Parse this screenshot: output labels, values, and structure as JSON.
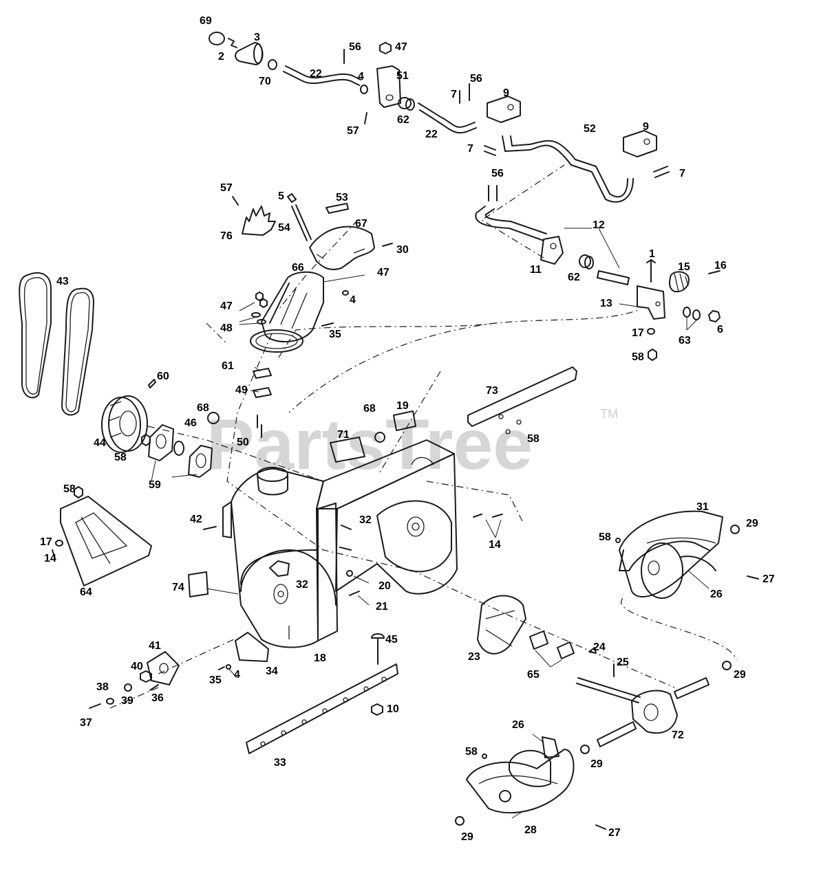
{
  "watermark": {
    "text": "PartsTree",
    "mark": "TM"
  },
  "callouts": [
    {
      "id": "c69",
      "label": "69"
    },
    {
      "id": "c2",
      "label": "2"
    },
    {
      "id": "c3",
      "label": "3"
    },
    {
      "id": "c70",
      "label": "70"
    },
    {
      "id": "c22a",
      "label": "22"
    },
    {
      "id": "c56a",
      "label": "56"
    },
    {
      "id": "c47a",
      "label": "47"
    },
    {
      "id": "c4a",
      "label": "4"
    },
    {
      "id": "c51",
      "label": "51"
    },
    {
      "id": "c57a",
      "label": "57"
    },
    {
      "id": "c62a",
      "label": "62"
    },
    {
      "id": "c22b",
      "label": "22"
    },
    {
      "id": "c7a",
      "label": "7"
    },
    {
      "id": "c56b",
      "label": "56"
    },
    {
      "id": "c9a",
      "label": "9"
    },
    {
      "id": "c52",
      "label": "52"
    },
    {
      "id": "c9b",
      "label": "9"
    },
    {
      "id": "c7b",
      "label": "7"
    },
    {
      "id": "c7c",
      "label": "7"
    },
    {
      "id": "c56c",
      "label": "56"
    },
    {
      "id": "c57b",
      "label": "57"
    },
    {
      "id": "c5",
      "label": "5"
    },
    {
      "id": "c53",
      "label": "53"
    },
    {
      "id": "c54",
      "label": "54"
    },
    {
      "id": "c67",
      "label": "67"
    },
    {
      "id": "c76",
      "label": "76"
    },
    {
      "id": "c30",
      "label": "30"
    },
    {
      "id": "c12",
      "label": "12"
    },
    {
      "id": "c11",
      "label": "11"
    },
    {
      "id": "c62b",
      "label": "62"
    },
    {
      "id": "c1",
      "label": "1"
    },
    {
      "id": "c15",
      "label": "15"
    },
    {
      "id": "c16",
      "label": "16"
    },
    {
      "id": "c43",
      "label": "43"
    },
    {
      "id": "c66",
      "label": "66"
    },
    {
      "id": "c47b",
      "label": "47"
    },
    {
      "id": "c47c",
      "label": "47"
    },
    {
      "id": "c4b",
      "label": "4"
    },
    {
      "id": "c48",
      "label": "48"
    },
    {
      "id": "c35a",
      "label": "35"
    },
    {
      "id": "c13",
      "label": "13"
    },
    {
      "id": "c63",
      "label": "63"
    },
    {
      "id": "c6",
      "label": "6"
    },
    {
      "id": "c17a",
      "label": "17"
    },
    {
      "id": "c58a",
      "label": "58"
    },
    {
      "id": "c61",
      "label": "61"
    },
    {
      "id": "c60",
      "label": "60"
    },
    {
      "id": "c73",
      "label": "73"
    },
    {
      "id": "c49",
      "label": "49"
    },
    {
      "id": "c68a",
      "label": "68"
    },
    {
      "id": "c68b",
      "label": "68"
    },
    {
      "id": "c19",
      "label": "19"
    },
    {
      "id": "c46",
      "label": "46"
    },
    {
      "id": "c50",
      "label": "50"
    },
    {
      "id": "c71",
      "label": "71"
    },
    {
      "id": "c58b",
      "label": "58"
    },
    {
      "id": "c44",
      "label": "44"
    },
    {
      "id": "c58c",
      "label": "58"
    },
    {
      "id": "c59",
      "label": "59"
    },
    {
      "id": "c58d",
      "label": "58"
    },
    {
      "id": "c42",
      "label": "42"
    },
    {
      "id": "c31",
      "label": "31"
    },
    {
      "id": "c29a",
      "label": "29"
    },
    {
      "id": "c17b",
      "label": "17"
    },
    {
      "id": "c32a",
      "label": "32"
    },
    {
      "id": "c14a",
      "label": "14"
    },
    {
      "id": "c58e",
      "label": "58"
    },
    {
      "id": "c14b",
      "label": "14"
    },
    {
      "id": "c27a",
      "label": "27"
    },
    {
      "id": "c64",
      "label": "64"
    },
    {
      "id": "c32b",
      "label": "32"
    },
    {
      "id": "c74",
      "label": "74"
    },
    {
      "id": "c20",
      "label": "20"
    },
    {
      "id": "c26a",
      "label": "26"
    },
    {
      "id": "c21",
      "label": "21"
    },
    {
      "id": "c45",
      "label": "45"
    },
    {
      "id": "c41",
      "label": "41"
    },
    {
      "id": "c24",
      "label": "24"
    },
    {
      "id": "c23",
      "label": "23"
    },
    {
      "id": "c18",
      "label": "18"
    },
    {
      "id": "c25",
      "label": "25"
    },
    {
      "id": "c40",
      "label": "40"
    },
    {
      "id": "c35b",
      "label": "35"
    },
    {
      "id": "c4c",
      "label": "4"
    },
    {
      "id": "c34",
      "label": "34"
    },
    {
      "id": "c65",
      "label": "65"
    },
    {
      "id": "c29b",
      "label": "29"
    },
    {
      "id": "c38",
      "label": "38"
    },
    {
      "id": "c39",
      "label": "39"
    },
    {
      "id": "c36",
      "label": "36"
    },
    {
      "id": "c10",
      "label": "10"
    },
    {
      "id": "c37",
      "label": "37"
    },
    {
      "id": "c72",
      "label": "72"
    },
    {
      "id": "c26b",
      "label": "26"
    },
    {
      "id": "c33",
      "label": "33"
    },
    {
      "id": "c58f",
      "label": "58"
    },
    {
      "id": "c29c",
      "label": "29"
    },
    {
      "id": "c29d",
      "label": "29"
    },
    {
      "id": "c28",
      "label": "28"
    },
    {
      "id": "c27b",
      "label": "27"
    }
  ]
}
